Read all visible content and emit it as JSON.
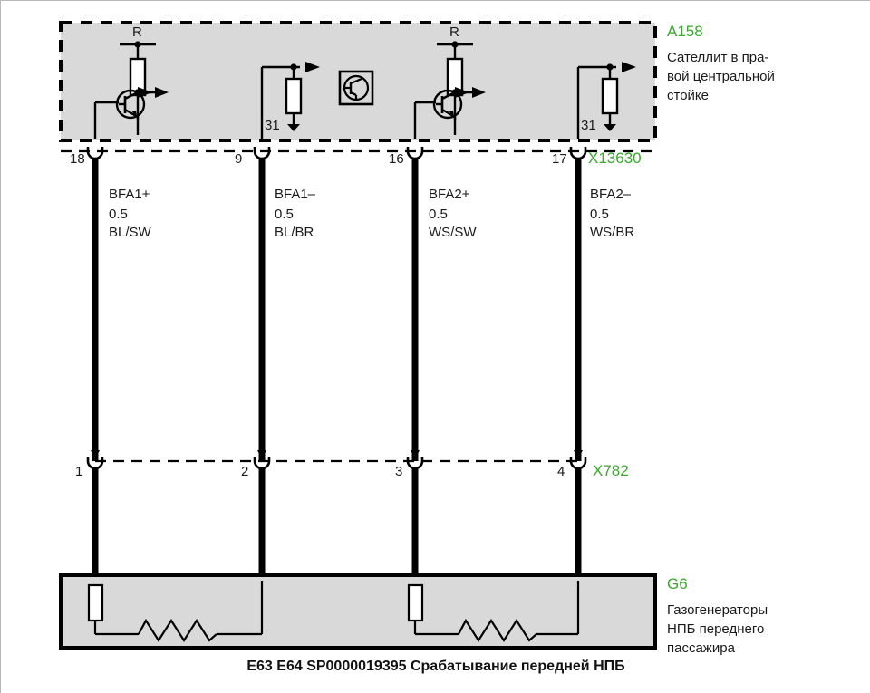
{
  "caption": "E63 E64 SP0000019395 Срабатывание передней НПБ",
  "top_module": {
    "id": "A158",
    "description_lines": [
      "Сателлит в пра-",
      "вой центральной",
      "стойке"
    ],
    "symbols": {
      "supply_label_1": "R",
      "supply_label_2": "R",
      "ground_label_1": "31",
      "ground_label_2": "31"
    }
  },
  "top_connector": {
    "id": "X13630",
    "pins": [
      "18",
      "9",
      "16",
      "17"
    ]
  },
  "mid_connector": {
    "id": "X782",
    "pins": [
      "1",
      "2",
      "3",
      "4"
    ]
  },
  "bottom_module": {
    "id": "G6",
    "description_lines": [
      "Газогенераторы",
      "НПБ переднего",
      "пассажира"
    ]
  },
  "wires": [
    {
      "name": "BFA1+",
      "gauge": "0.5",
      "color_code": "BL/SW"
    },
    {
      "name": "BFA1–",
      "gauge": "0.5",
      "color_code": "BL/BR"
    },
    {
      "name": "BFA2+",
      "gauge": "0.5",
      "color_code": "WS/SW"
    },
    {
      "name": "BFA2–",
      "gauge": "0.5",
      "color_code": "WS/BR"
    }
  ],
  "colors": {
    "module_fill": "#d9d9d9",
    "module_stroke": "#000000",
    "wire": "#000000",
    "green_label": "#3aa72e",
    "text": "#1a1a1a",
    "page_border": "#b8b8b8"
  }
}
